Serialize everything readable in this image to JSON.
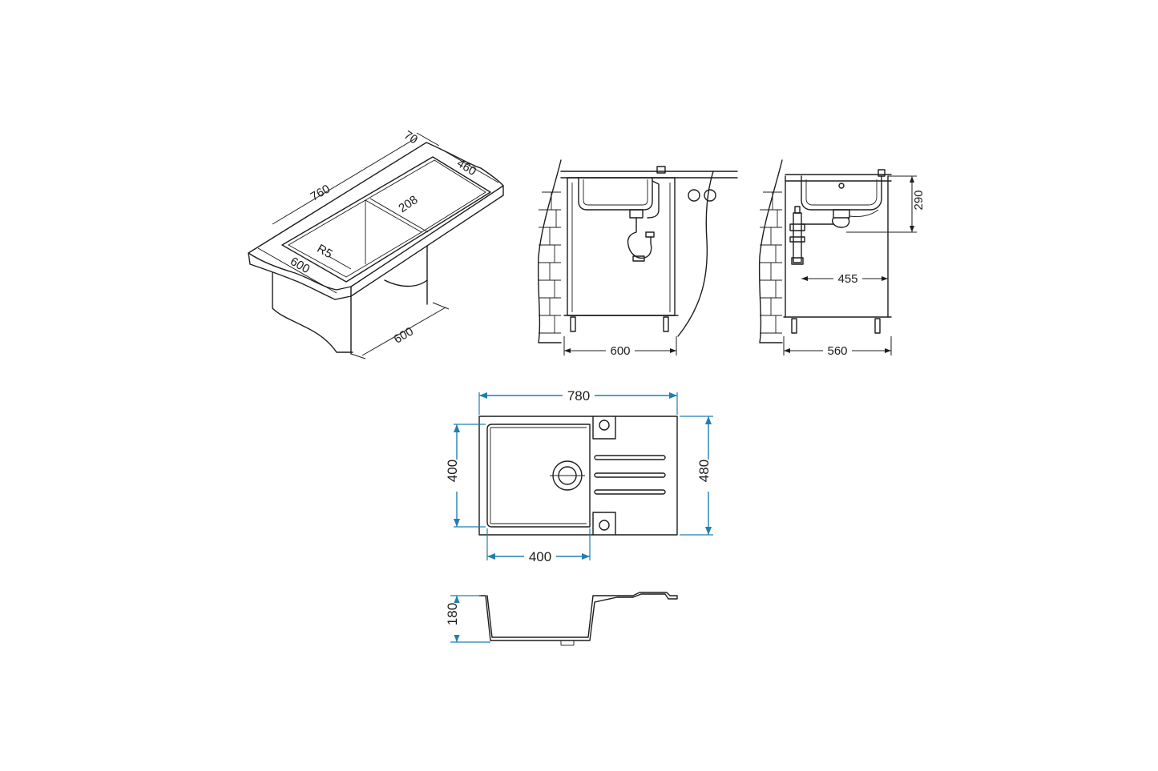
{
  "colors": {
    "line": "#1d1d1b",
    "dimension_blue": "#1f7fb0",
    "background": "#ffffff"
  },
  "isometric": {
    "dim_70": "70",
    "dim_460": "460",
    "dim_760": "760",
    "dim_208": "208",
    "dim_r5": "R5",
    "dim_600_top": "600",
    "dim_600_cabinet": "600"
  },
  "front_view": {
    "dim_600": "600"
  },
  "side_view": {
    "dim_290": "290",
    "dim_455": "455",
    "dim_560": "560"
  },
  "top_view": {
    "dim_780": "780",
    "dim_480": "480",
    "dim_400_height": "400",
    "dim_400_width": "400"
  },
  "section_view": {
    "dim_180": "180"
  }
}
